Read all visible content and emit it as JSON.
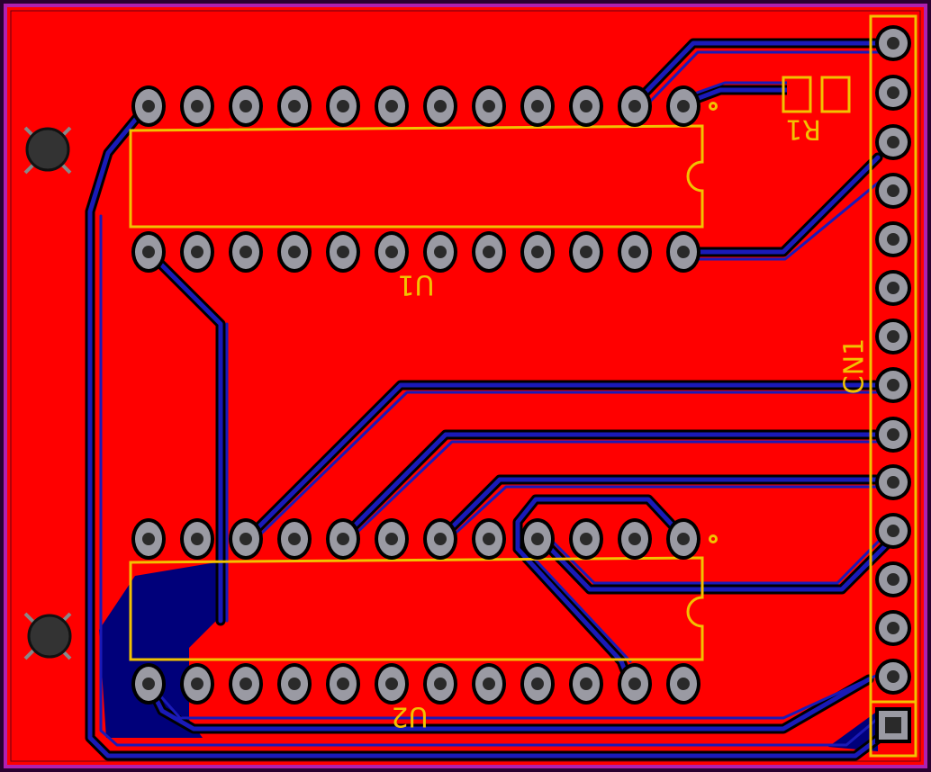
{
  "labels": {
    "u1": "U1",
    "u2": "U2",
    "r1": "R1",
    "cn1": "CN1"
  },
  "colors": {
    "board_edge": "#b020b0",
    "copper_fill": "#ff0000",
    "bottom_copper": "#00007a",
    "trace_blue": "#1a1ab8",
    "silkscreen": "#f2c200",
    "pad": "#9a9aa3",
    "drill": "#2a2a2a",
    "mounting_hole": "#333333"
  },
  "icons": {
    "mounting_hole": "mounting-hole-icon",
    "pin1_marker": "pin1-dot-icon"
  }
}
